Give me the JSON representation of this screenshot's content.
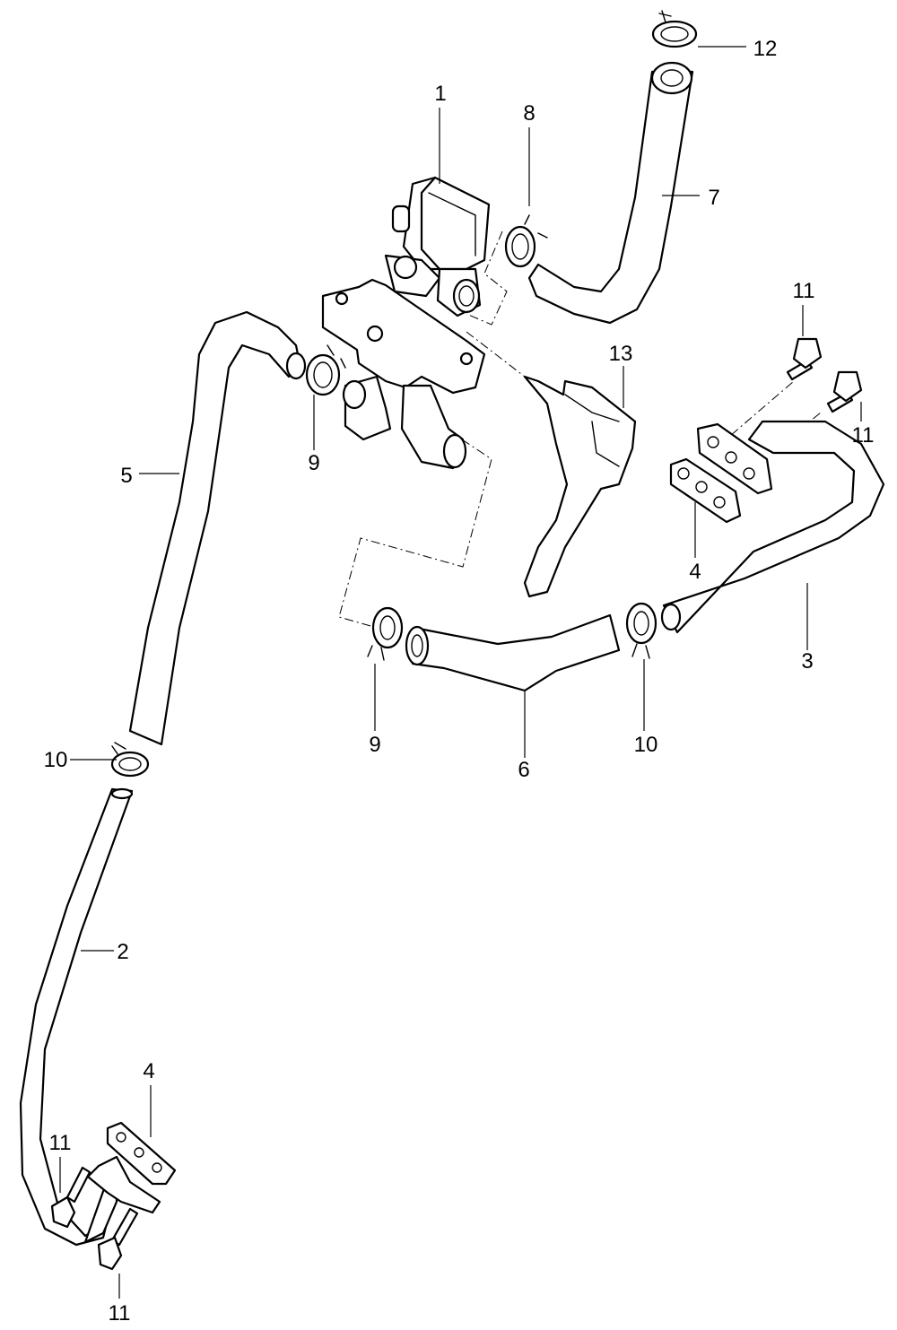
{
  "diagram": {
    "callouts": [
      {
        "id": "c1",
        "label": "1"
      },
      {
        "id": "c2",
        "label": "2"
      },
      {
        "id": "c3",
        "label": "3"
      },
      {
        "id": "c4a",
        "label": "4"
      },
      {
        "id": "c4b",
        "label": "4"
      },
      {
        "id": "c5",
        "label": "5"
      },
      {
        "id": "c6",
        "label": "6"
      },
      {
        "id": "c7",
        "label": "7"
      },
      {
        "id": "c8",
        "label": "8"
      },
      {
        "id": "c9a",
        "label": "9"
      },
      {
        "id": "c9b",
        "label": "9"
      },
      {
        "id": "c10a",
        "label": "10"
      },
      {
        "id": "c10b",
        "label": "10"
      },
      {
        "id": "c11a",
        "label": "11"
      },
      {
        "id": "c11b",
        "label": "11"
      },
      {
        "id": "c11c",
        "label": "11"
      },
      {
        "id": "c11d",
        "label": "11"
      },
      {
        "id": "c12",
        "label": "12"
      },
      {
        "id": "c13",
        "label": "13"
      }
    ]
  }
}
